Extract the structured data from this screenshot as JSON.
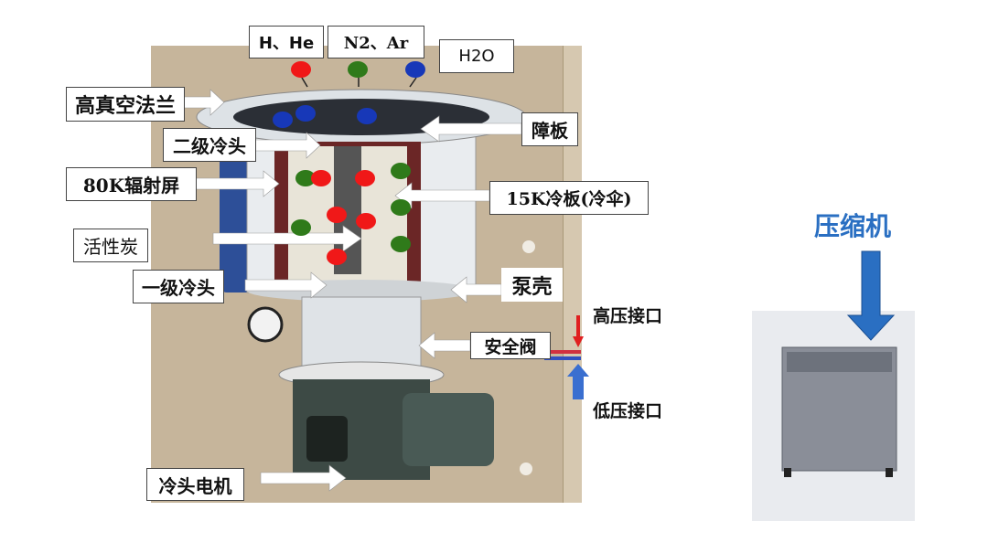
{
  "gas_labels": {
    "hydrogen_helium": "H、He",
    "nitrogen_argon": "N2、Ar",
    "water": "H2O"
  },
  "pump_labels": {
    "flange": "高真空法兰",
    "baffle": "障板",
    "second_stage_cold_head": "二级冷头",
    "radiation_shield": "80K辐射屏",
    "cold_plate": "15K冷板(冷伞)",
    "activated_carbon": "活性炭",
    "first_stage_cold_head": "一级冷头",
    "pump_housing": "泵壳",
    "safety_valve": "安全阀",
    "cold_head_motor": "冷头电机"
  },
  "ports": {
    "high_pressure": "高压接口",
    "low_pressure": "低压接口"
  },
  "compressor": {
    "title": "压缩机"
  },
  "colors": {
    "h_he": "#f01818",
    "n2_ar": "#2f7a1a",
    "h2o": "#1738b8",
    "compressor_text": "#2a6fc2",
    "high_arrow": "#e02020",
    "low_arrow": "#3a6fd0"
  }
}
